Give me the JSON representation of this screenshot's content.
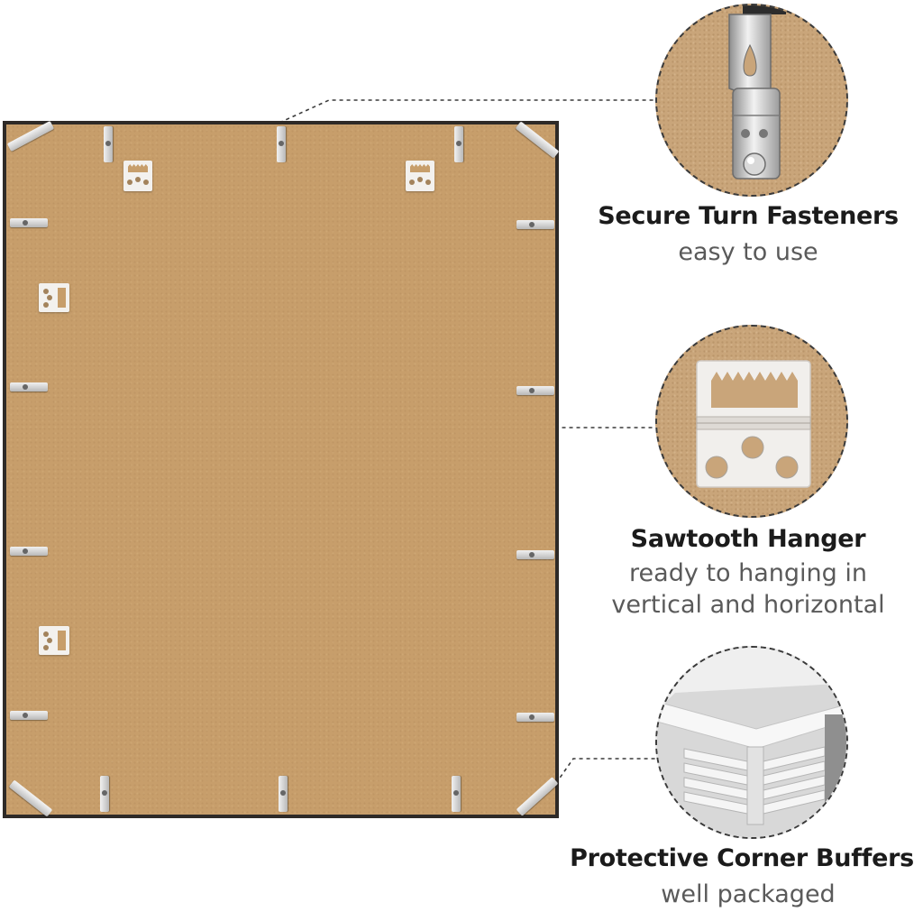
{
  "features": {
    "fasteners": {
      "title": "Secure Turn Fasteners",
      "subtitle": "easy to use"
    },
    "sawtooth": {
      "title": "Sawtooth Hanger",
      "subtitle_line1": "ready to hanging in",
      "subtitle_line2": "vertical and horizontal"
    },
    "corners": {
      "title": "Protective Corner Buffers",
      "subtitle": "well packaged"
    }
  },
  "colors": {
    "frame": "#2e2a27",
    "backing": "#c79e6b",
    "title_text": "#1b1b1b",
    "subtitle_text": "#5a5a5a",
    "leader_line": "#3a3a3a"
  },
  "icons": [
    "turn-fastener-icon",
    "sawtooth-hanger-icon",
    "corner-buffer-icon"
  ]
}
